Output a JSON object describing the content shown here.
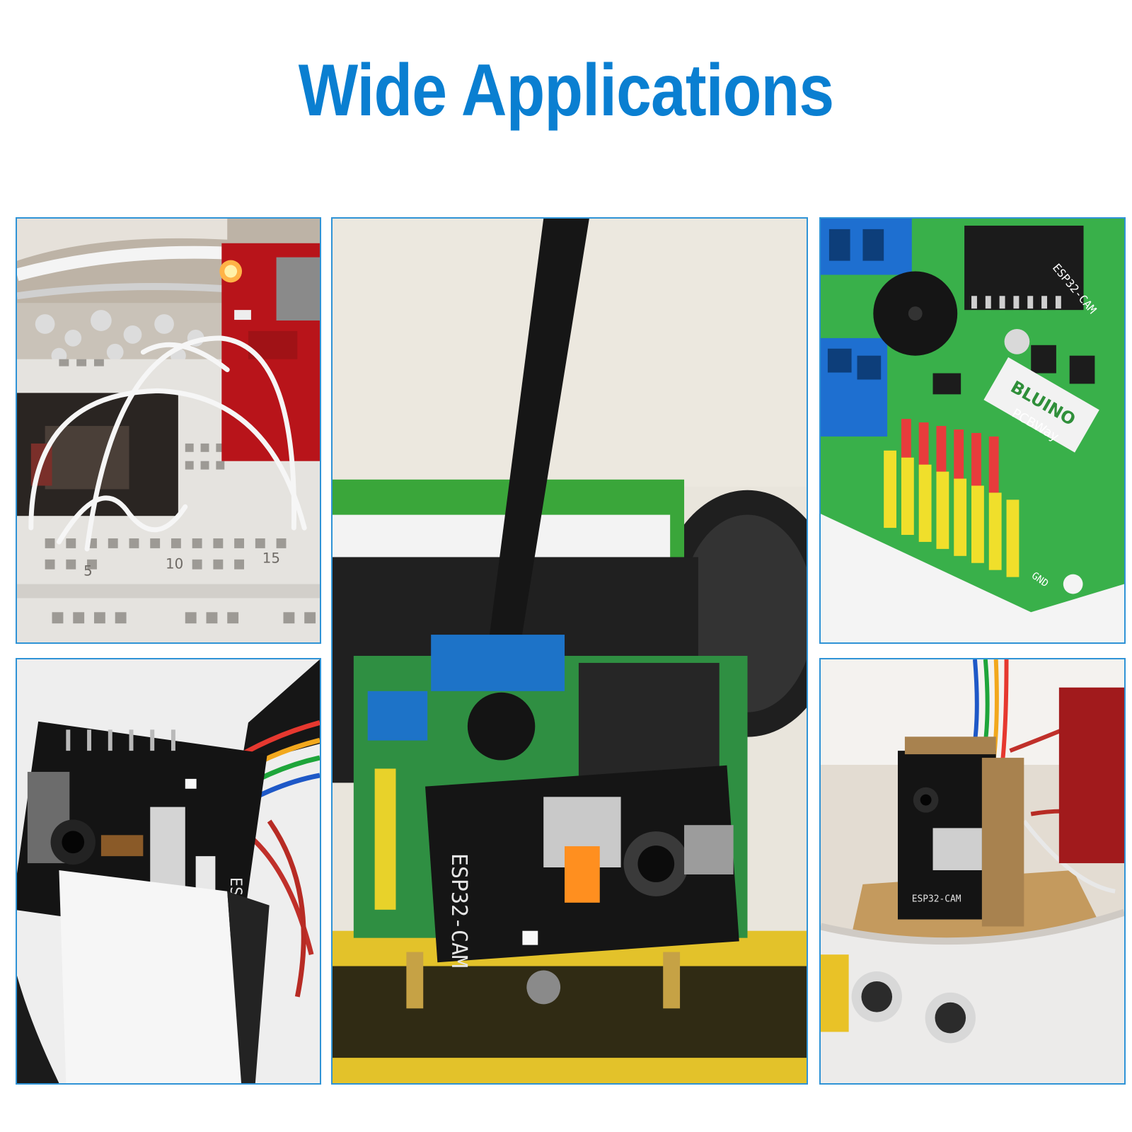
{
  "header": {
    "title": "Wide Applications"
  },
  "colors": {
    "title": "#0a7fd1",
    "frame_border": "#2f93d6"
  },
  "photos": {
    "breadboard": {
      "labels": {
        "ruler_5": "5",
        "ruler_10": "10",
        "ruler_15": "15"
      }
    },
    "robot": {
      "board_label": "ESP32-CAM"
    },
    "pcb": {
      "board_label": "ESP32-CAM",
      "brand": "BLUINO",
      "sub_brand": "PCBWay",
      "pin_label": "GND"
    },
    "camera": {
      "board_label": "ESP32-CAM"
    },
    "bowl": {
      "board_label": "ESP32-CAM"
    }
  }
}
